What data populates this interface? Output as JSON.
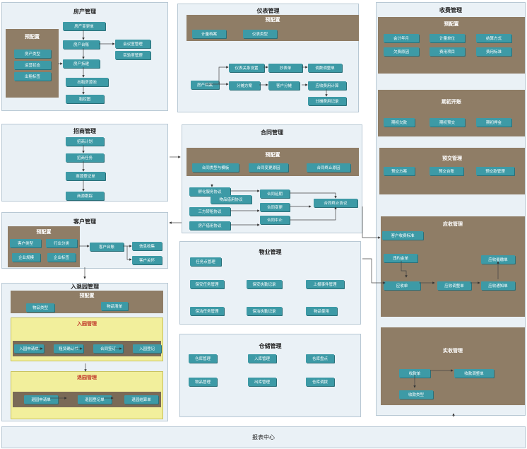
{
  "housing": {
    "title": "房产管理",
    "config_title": "预配置",
    "config_items": [
      "房产类型",
      "运营状态",
      "出租标签"
    ],
    "items": [
      "房产变更单",
      "房产台账",
      "房产拆建",
      "出租房源池",
      "租控图"
    ],
    "side_items": [
      "会议室管理",
      "实验室管理"
    ]
  },
  "meter": {
    "title": "仪表管理",
    "config_title": "预配置",
    "config_items": [
      "计量档案",
      "仪表类型"
    ],
    "items": [
      "仪表关系设置",
      "抄表单",
      "调数调整单",
      "房产档案",
      "分摊方案",
      "客户分摊",
      "应收费用计算",
      "分摊费用记录"
    ]
  },
  "billing": {
    "title": "收费管理",
    "config_title": "预配置",
    "config_items": [
      "会计年月",
      "计量单位",
      "结算方式",
      "欠费原因",
      "费用项目",
      "费用标准"
    ],
    "opening_title": "期初开账",
    "opening_items": [
      "期初欠款",
      "期初预交",
      "期初押金"
    ],
    "prepay_title": "预交管理",
    "prepay_items": [
      "预交方案",
      "预交台账",
      "预交款管理"
    ],
    "receivable_title": "应收管理",
    "receivable_items": [
      "客户收费标准",
      "违约金单",
      "应收单",
      "应收调整单",
      "应收催缴单",
      "应收通知单"
    ],
    "received_title": "实收管理",
    "received_items": [
      "收款单",
      "收款调整单",
      "收款类型"
    ]
  },
  "investment": {
    "title": "招商管理",
    "items": [
      "招商计划",
      "招商任务",
      "商源登记单",
      "商源跟踪"
    ]
  },
  "contract": {
    "title": "合同管理",
    "config_title": "预配置",
    "config_items": [
      "合同类型与模板",
      "合同变更原因",
      "合同终止原因"
    ],
    "items": [
      "孵化服务协议",
      "物品借用协议",
      "三方转租协议",
      "房产借用协议",
      "合同延期",
      "合同变更",
      "合同中止",
      "合同终止协议"
    ]
  },
  "customer": {
    "title": "客户管理",
    "config_title": "预配置",
    "config_items": [
      "客户类型",
      "行业分类",
      "企业规模",
      "企业标签"
    ],
    "items": [
      "客户台账",
      "信息收集",
      "客户关怀"
    ]
  },
  "park": {
    "title": "入退园管理",
    "config_title": "预配置",
    "config_items": [
      "物品类型",
      "物品清单"
    ],
    "entry_title": "入园管理",
    "entry_items": [
      "入园申请单",
      "租赁确认书",
      "合同签订",
      "入园登记"
    ],
    "exit_title": "退园管理",
    "exit_items": [
      "退园申请单",
      "退园登记单",
      "退园结算单"
    ]
  },
  "property": {
    "title": "物业管理",
    "items": [
      "任务点管理",
      "保安任务管理",
      "保安执勤记录",
      "上报事件管理",
      "保洁任务管理",
      "保洁执勤记录",
      "物品使用"
    ]
  },
  "storage": {
    "title": "仓储管理",
    "items": [
      "仓库管理",
      "入库管理",
      "仓库盘点",
      "物品管理",
      "出库管理",
      "仓库调拨"
    ]
  },
  "report": {
    "title": "报表中心"
  },
  "colors": {
    "panel": "#eaf1f6",
    "config": "#8f7d66",
    "button": "#3d9aa6",
    "highlight": "#f2ef9c"
  }
}
